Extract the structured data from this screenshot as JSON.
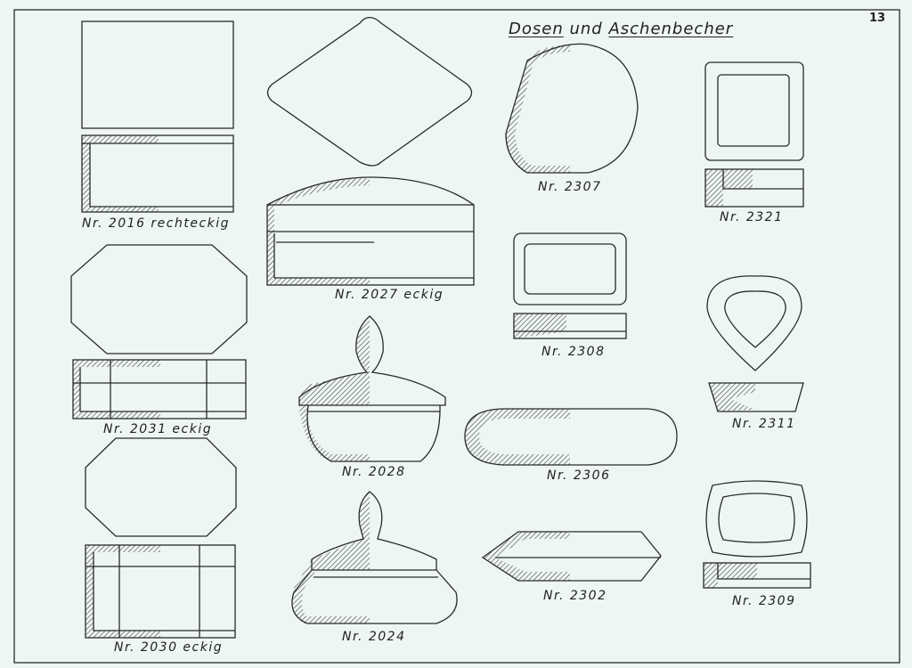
{
  "title": {
    "word1": "Dosen",
    "word2": "und",
    "word3": "Aschenbecher"
  },
  "page_number": "13",
  "labels": {
    "p2016": "Nr. 2016  rechteckig",
    "p2027": "Nr. 2027 eckig",
    "p2031": "Nr. 2031 eckig",
    "p2028": "Nr. 2028",
    "p2030": "Nr. 2030 eckig",
    "p2024": "Nr. 2024",
    "p2307": "Nr. 2307",
    "p2308": "Nr. 2308",
    "p2306": "Nr. 2306",
    "p2302": "Nr. 2302",
    "p2321": "Nr. 2321",
    "p2311": "Nr. 2311",
    "p2309": "Nr. 2309"
  }
}
